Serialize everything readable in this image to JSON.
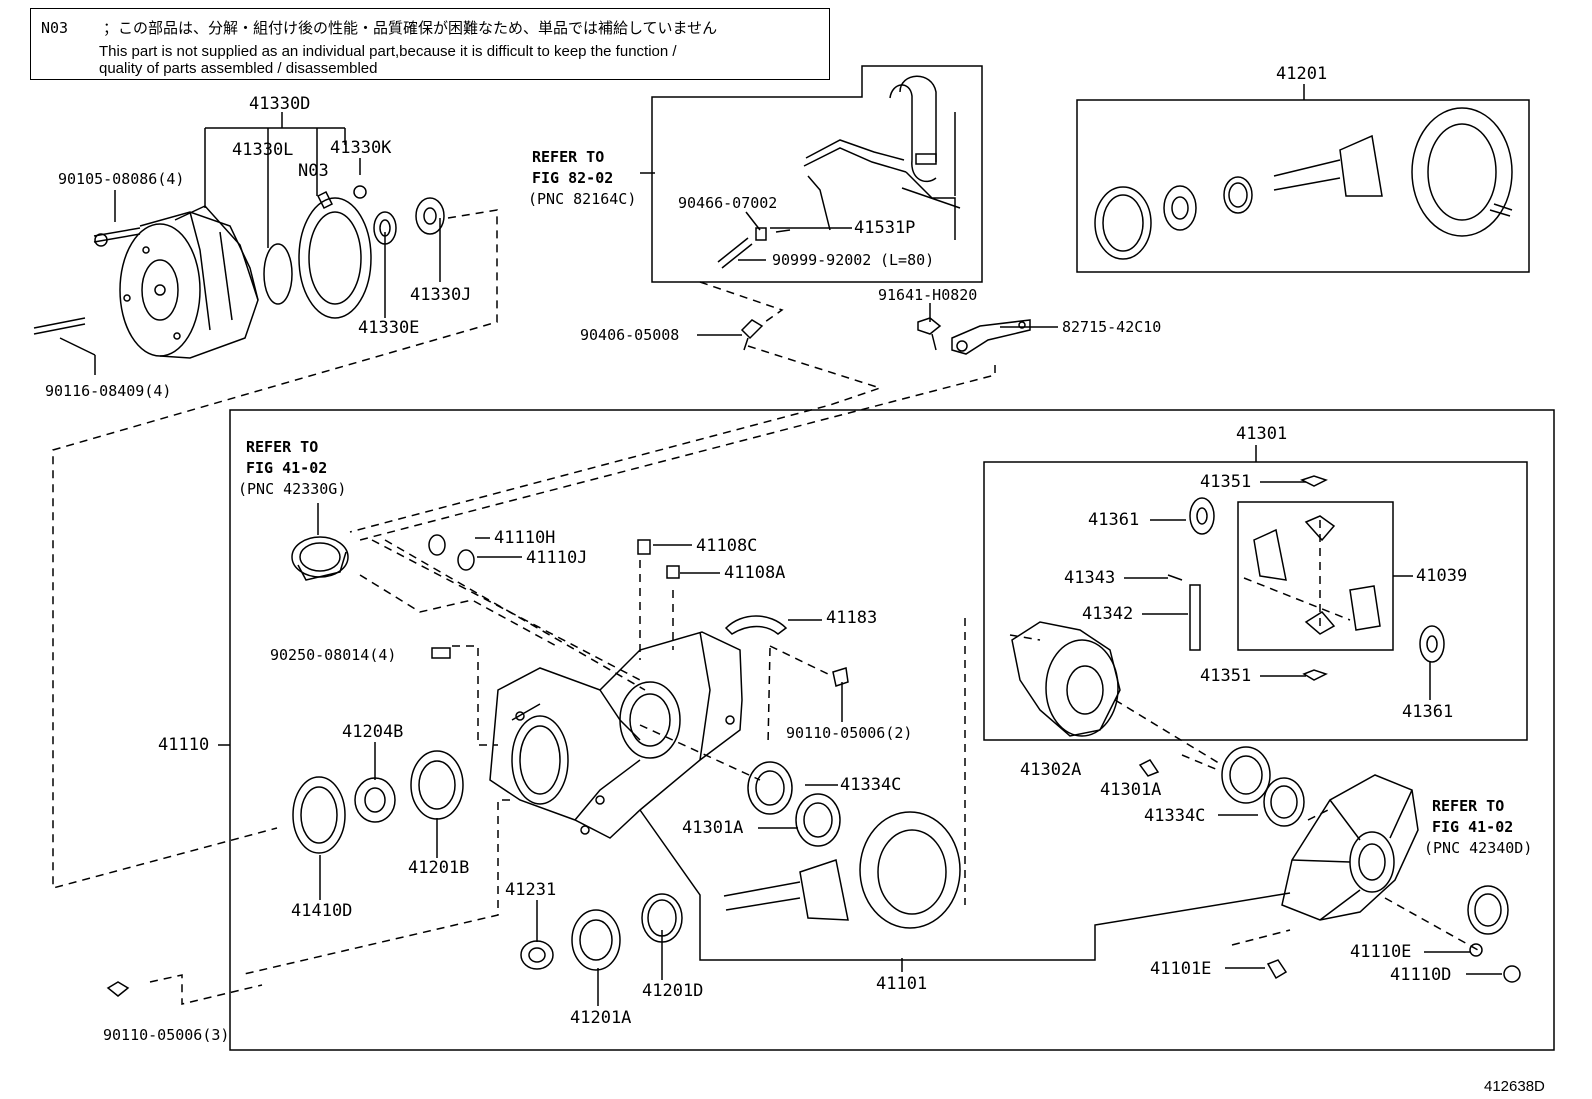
{
  "note": {
    "code": "N03",
    "japanese": "；この部品は、分解・組付け後の性能・品質確保が困難なため、単品では補給していません",
    "english_line1": "This part is not supplied as an individual part,because it is difficult to keep the function /",
    "english_line2": "quality of parts assembled / disassembled"
  },
  "figure_id": "412638D",
  "refs": {
    "ref_82_02": [
      "REFER TO",
      "FIG 82-02",
      "(PNC 82164C)"
    ],
    "ref_41_02_a": [
      "REFER TO",
      "FIG 41-02",
      "(PNC 42330G)"
    ],
    "ref_41_02_b": [
      "REFER TO",
      "FIG 41-02",
      "(PNC 42340D)"
    ]
  },
  "labels": {
    "p41330D": "41330D",
    "p41330L": "41330L",
    "p41330K": "41330K",
    "pN03": "N03",
    "p90105": "90105-08086(4)",
    "p41330J": "41330J",
    "p41330E": "41330E",
    "p90116": "90116-08409(4)",
    "p90466": "90466-07002",
    "p41531P": "41531P",
    "p90999": "90999-92002",
    "p90999_len": "(L=80)",
    "p91641": "91641-H0820",
    "p82715": "82715-42C10",
    "p90406": "90406-05008",
    "p41201": "41201",
    "p41110H": "41110H",
    "p41110J": "41110J",
    "p41108C": "41108C",
    "p41108A": "41108A",
    "p41183": "41183",
    "p90250": "90250-08014(4)",
    "p90110_2": "90110-05006(2)",
    "p41110": "41110",
    "p41204B": "41204B",
    "p41201B": "41201B",
    "p41410D": "41410D",
    "p41334C_a": "41334C",
    "p41301A_a": "41301A",
    "p41231": "41231",
    "p41201A": "41201A",
    "p41201D": "41201D",
    "p90110_3": "90110-05006(3)",
    "p41101": "41101",
    "p41301": "41301",
    "p41351_a": "41351",
    "p41361_a": "41361",
    "p41343": "41343",
    "p41342": "41342",
    "p41039": "41039",
    "p41351_b": "41351",
    "p41361_b": "41361",
    "p41302A": "41302A",
    "p41301A_b": "41301A",
    "p41334C_b": "41334C",
    "p41101E": "41101E",
    "p41110E": "41110E",
    "p41110D": "41110D"
  }
}
